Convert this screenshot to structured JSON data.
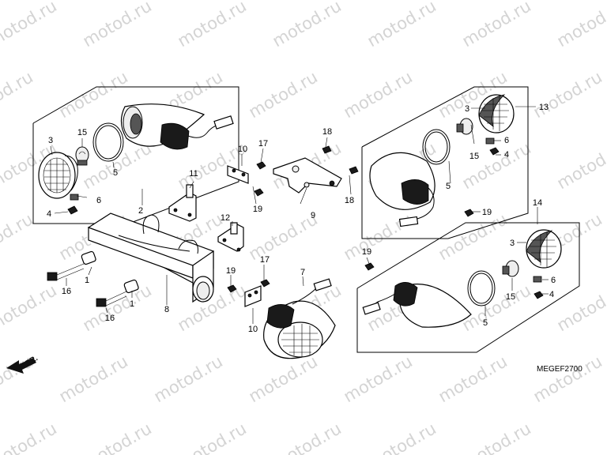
{
  "watermark": "motod.ru",
  "diagram_code": "MEGEF2700",
  "direction_label": "FR.",
  "callouts": {
    "c1a": "1",
    "c1b": "1",
    "c2": "2",
    "c3a": "3",
    "c3b": "3",
    "c3c": "3",
    "c4a": "4",
    "c4b": "4",
    "c4c": "4",
    "c5a": "5",
    "c5b": "5",
    "c5c": "5",
    "c6a": "6",
    "c6b": "6",
    "c6c": "6",
    "c7": "7",
    "c8": "8",
    "c9": "9",
    "c10a": "10",
    "c10b": "10",
    "c11": "11",
    "c12": "12",
    "c13": "13",
    "c14": "14",
    "c15a": "15",
    "c15b": "15",
    "c15c": "15",
    "c16a": "16",
    "c16b": "16",
    "c17a": "17",
    "c17b": "17",
    "c18a": "18",
    "c18b": "18",
    "c19a": "19",
    "c19b": "19",
    "c19c": "19",
    "c19d": "19"
  }
}
